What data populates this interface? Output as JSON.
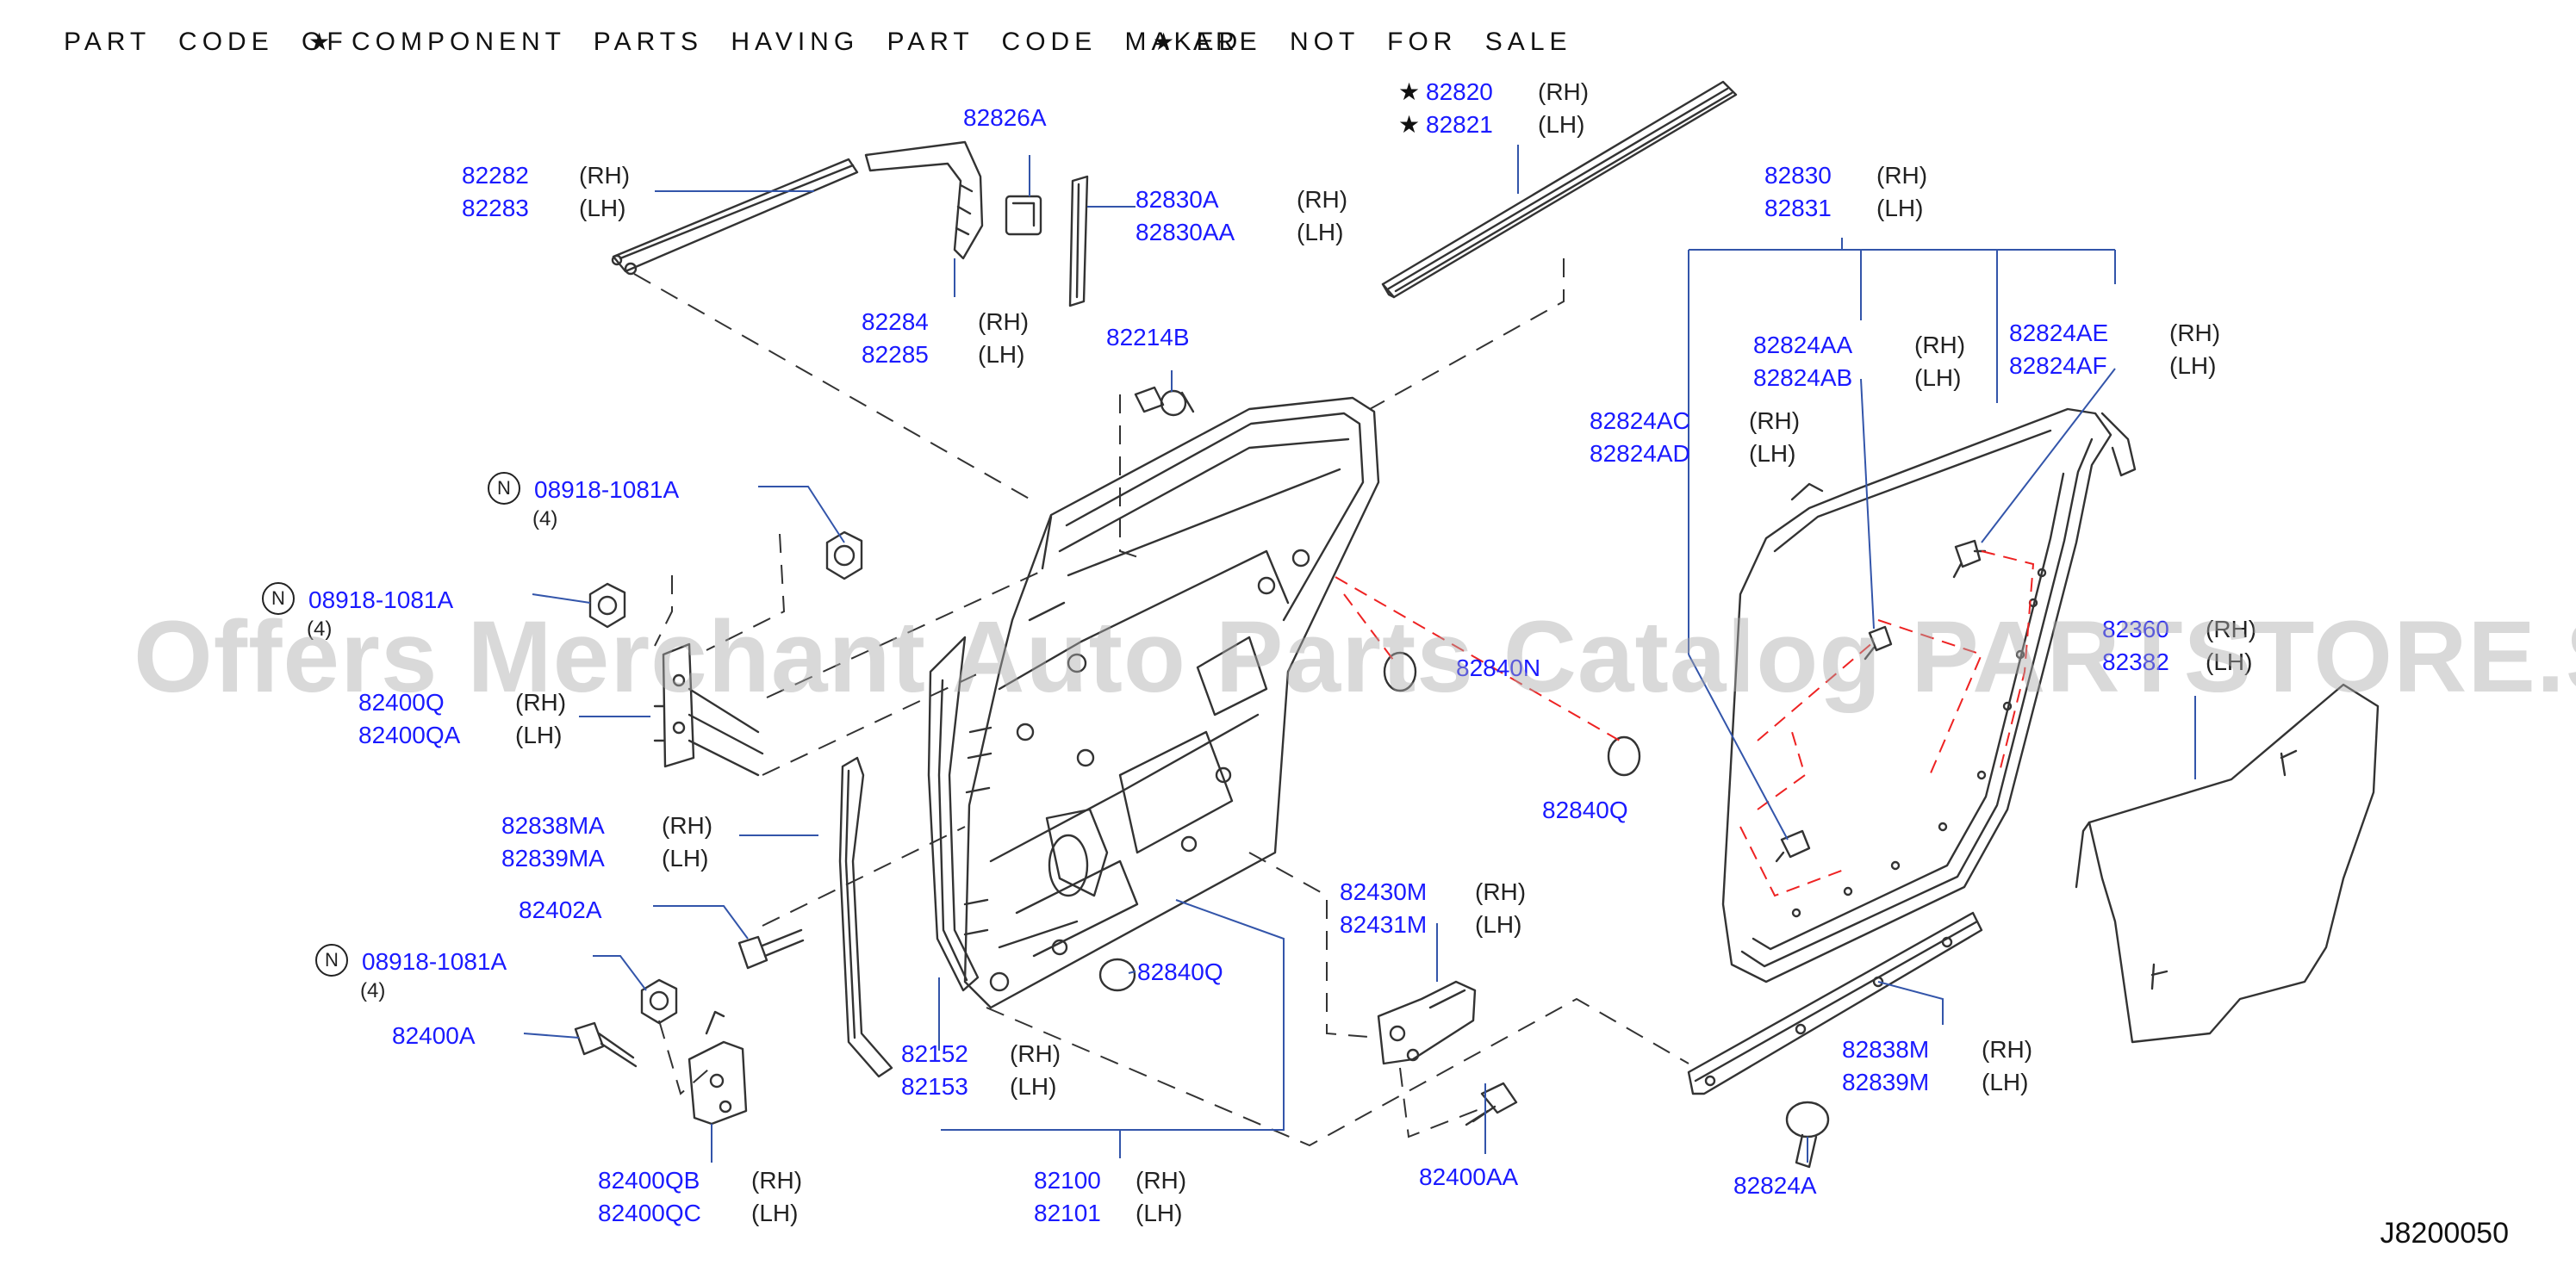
{
  "header": {
    "note_part1": "PART CODE OF",
    "note_part2": "COMPONENT PARTS HAVING PART CODE MAKED",
    "note_part3": "ARE NOT FOR SALE"
  },
  "side_labels": {
    "rh": "(RH)",
    "lh": "(LH)"
  },
  "parts": {
    "p82282": "82282",
    "p82283": "82283",
    "p82826A": "82826A",
    "p82830A": "82830A",
    "p82830AA": "82830AA",
    "p82284": "82284",
    "p82285": "82285",
    "p82214B": "82214B",
    "p82820": "82820",
    "p82821": "82821",
    "p82830": "82830",
    "p82831": "82831",
    "p82824AA": "82824AA",
    "p82824AB": "82824AB",
    "p82824AE": "82824AE",
    "p82824AF": "82824AF",
    "p82824AC": "82824AC",
    "p82824AD": "82824AD",
    "n08918a": "08918-1081A",
    "n08918b": "08918-1081A",
    "n08918c": "08918-1081A",
    "p82400Q": "82400Q",
    "p82400QA": "82400QA",
    "p82838MA": "82838MA",
    "p82839MA": "82839MA",
    "p82402A": "82402A",
    "p82400A": "82400A",
    "p82400QB": "82400QB",
    "p82400QC": "82400QC",
    "p82152": "82152",
    "p82153": "82153",
    "p82840Q_a": "82840Q",
    "p82840Q_b": "82840Q",
    "p82840N": "82840N",
    "p82100": "82100",
    "p82101": "82101",
    "p82430M": "82430M",
    "p82431M": "82431M",
    "p82400AA": "82400AA",
    "p82838M": "82838M",
    "p82839M": "82839M",
    "p82824A": "82824A",
    "p8236x": "82360",
    "p8238x": "82382"
  },
  "qty": {
    "four": "(4)"
  },
  "n_marker": "N",
  "watermark": "Offers Merchant Auto Parts Catalog PARTSTORE.SA",
  "diagram_code": "J8200050",
  "colors": {
    "label": "#1a1aff",
    "leader": "#3355aa",
    "drawing": "#333333",
    "dash_red": "#ee2222"
  }
}
